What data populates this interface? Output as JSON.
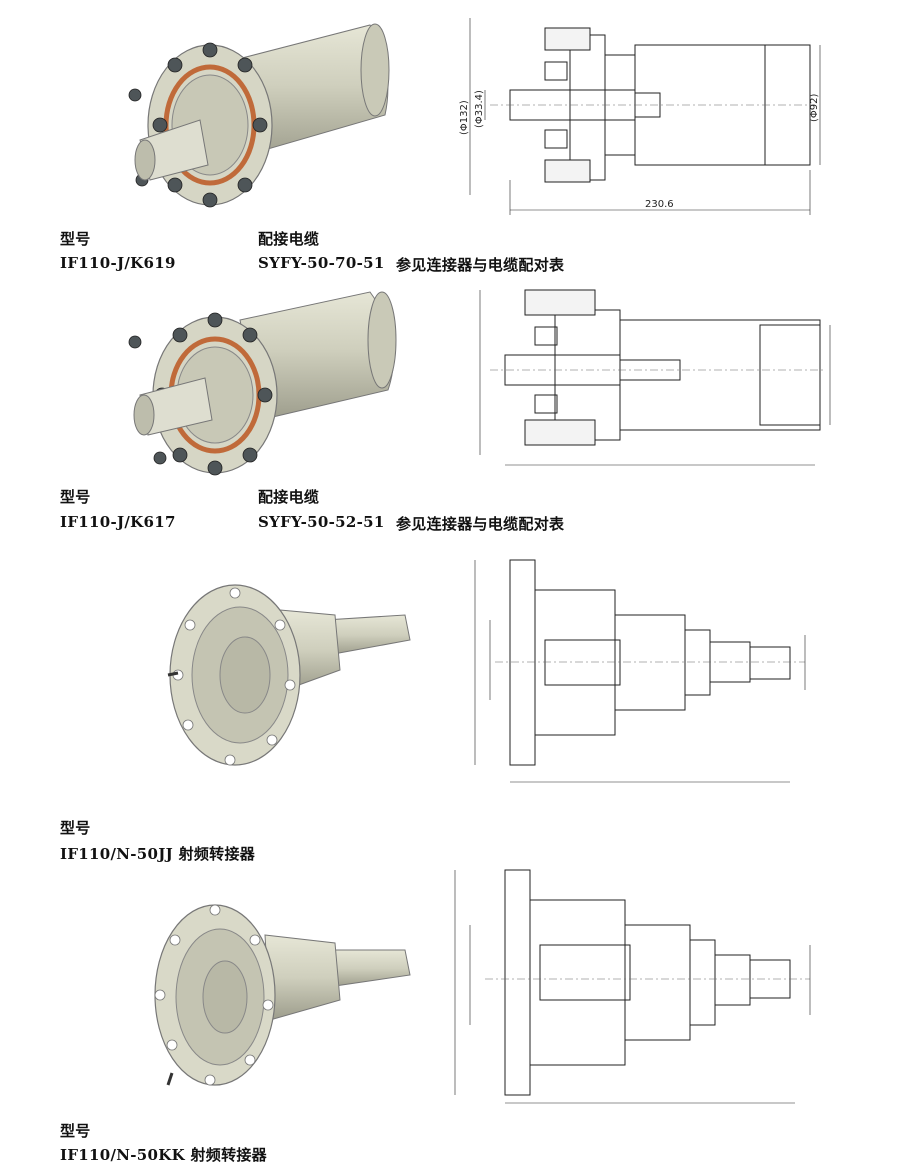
{
  "products": [
    {
      "model_label": "型号",
      "model": "IF110-J/K619",
      "cable_label": "配接电缆",
      "cable": "SYFY-50-70-51",
      "note": "参见连接器与电缆配对表",
      "dims": {
        "outer": "(Φ132)",
        "inner": "(Φ33.4)",
        "right": "(Φ92)",
        "length": "230.6"
      }
    },
    {
      "model_label": "型号",
      "model": "IF110-J/K617",
      "cable_label": "配接电缆",
      "cable": "SYFY-50-52-51",
      "note": "参见连接器与电缆配对表"
    },
    {
      "model_label": "型号",
      "model": "IF110/N-50JJ 射频转接器"
    },
    {
      "model_label": "型号",
      "model": "IF110/N-50KK 射频转接器"
    }
  ]
}
